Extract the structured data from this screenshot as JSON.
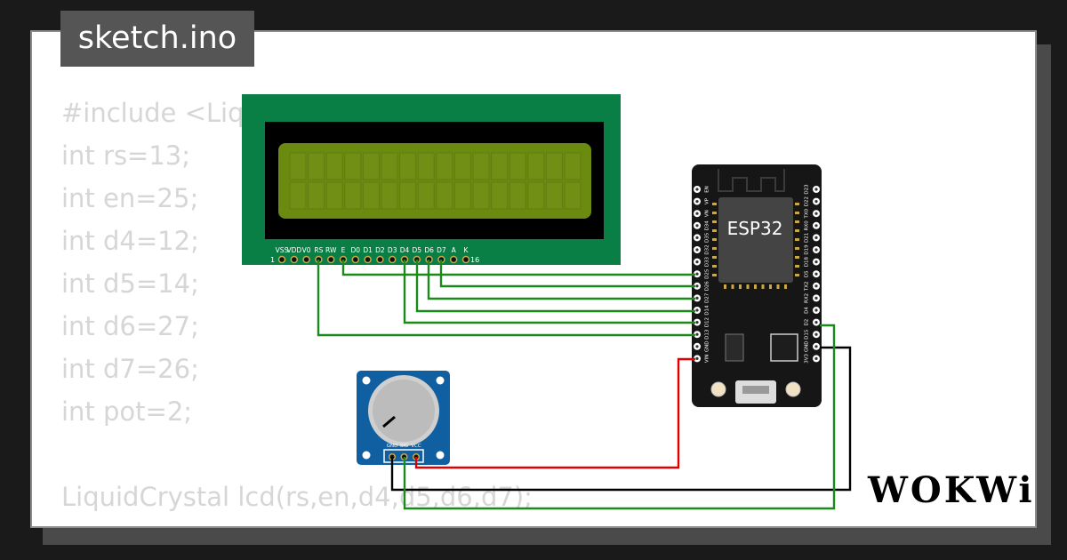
{
  "tab": {
    "filename": "sketch.ino"
  },
  "code_lines": [
    "#include <LiquidCrystal.h>",
    "int rs=13;",
    "int en=25;",
    "int d4=12;",
    "int d5=14;",
    "int d6=27;",
    "int d7=26;",
    "int pot=2;",
    "",
    "LiquidCrystal lcd(rs,en,d4,d5,d6,d7);"
  ],
  "lcd": {
    "pin_labels": [
      "VSS",
      "VDD",
      "V0",
      "RS",
      "RW",
      "E",
      "D0",
      "D1",
      "D2",
      "D3",
      "D4",
      "D5",
      "D6",
      "D7",
      "A",
      "K"
    ],
    "pin_first": "1",
    "pin_last": "16"
  },
  "esp32": {
    "chip_label": "ESP32",
    "left_pins": [
      "EN",
      "VP",
      "VN",
      "D34",
      "D35",
      "D32",
      "D33",
      "D25",
      "D26",
      "D27",
      "D14",
      "D12",
      "D13",
      "GND",
      "VIN"
    ],
    "right_pins": [
      "D23",
      "D22",
      "TX0",
      "RX0",
      "D21",
      "D19",
      "D18",
      "D5",
      "TX2",
      "RX2",
      "D4",
      "D2",
      "D15",
      "GND",
      "3V3"
    ]
  },
  "potentiometer": {
    "pin_labels": [
      "GND",
      "SIG",
      "VCC"
    ]
  },
  "wire_colors": {
    "data": "#1a8a1a",
    "power": "#e00000",
    "ground": "#000000"
  },
  "brand": {
    "logo_text": "WOKWi"
  }
}
